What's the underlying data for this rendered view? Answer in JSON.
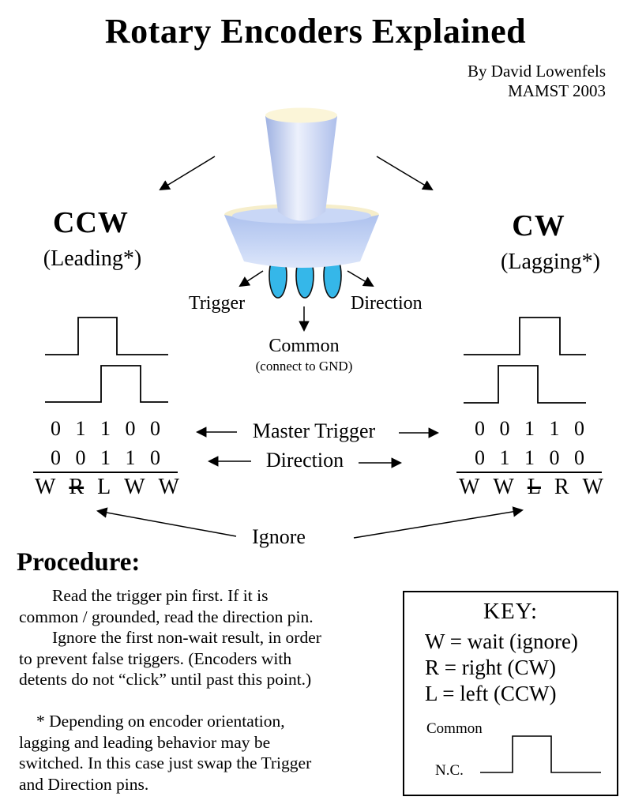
{
  "header": {
    "title": "Rotary Encoders Explained",
    "byline_author": "By David Lowenfels",
    "byline_org": "MAMST 2003"
  },
  "knob": {
    "pin_color": "#35b7e9",
    "body_color": "#c3d2f3",
    "highlight_color": "#f8f1d2",
    "trigger_label": "Trigger",
    "direction_label": "Direction",
    "common_label": "Common",
    "common_note": "(connect to GND)"
  },
  "ccw": {
    "label": "CCW",
    "sublabel": "(Leading*)",
    "master_trigger_bits": "0 1 1 0 0",
    "direction_bits": "0 0 1 1 0",
    "results": [
      "W",
      "R",
      "L",
      "W",
      "W"
    ],
    "ignored_result": "R"
  },
  "cw": {
    "label": "CW",
    "sublabel": "(Lagging*)",
    "master_trigger_bits": "0 0 1 1 0",
    "direction_bits": "0 1 1 0 0",
    "results": [
      "W",
      "W",
      "L",
      "R",
      "W"
    ],
    "ignored_result": "L"
  },
  "row_labels": {
    "master_trigger": "Master Trigger",
    "direction": "Direction",
    "ignore": "Ignore"
  },
  "procedure": {
    "heading": "Procedure:",
    "lines": [
      "Read the trigger pin first. If it is",
      "common / grounded, read the direction pin.",
      "Ignore the first non-wait result, in order",
      "to prevent false triggers. (Encoders with",
      "detents do not “click” until past this point.)"
    ]
  },
  "footnote": {
    "lines": [
      "*  Depending on encoder orientation,",
      "lagging and leading behavior may be",
      "switched. In this case just swap the Trigger",
      "and Direction pins."
    ]
  },
  "key": {
    "title": "KEY:",
    "entries": [
      "W = wait (ignore)",
      "R  = right (CW)",
      "L  = left (CCW)"
    ],
    "waveform_high_label": "Common",
    "waveform_low_label": "N.C."
  }
}
